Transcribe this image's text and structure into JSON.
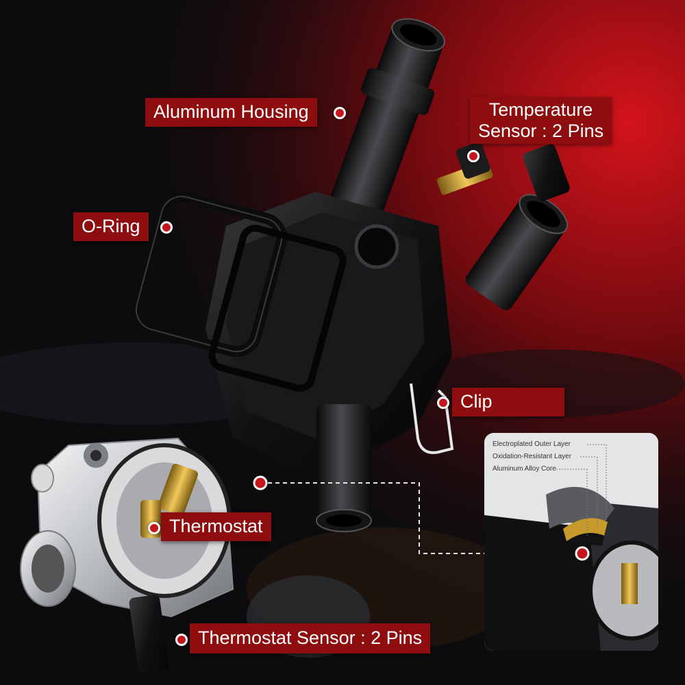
{
  "labels": {
    "aluminum_housing": "Aluminum Housing",
    "temperature_sensor_line1": "Temperature",
    "temperature_sensor_line2": "Sensor : 2 Pins",
    "o_ring": "O-Ring",
    "clip": "Clip",
    "thermostat": "Thermostat",
    "thermostat_sensor": "Thermostat Sensor : 2 Pins"
  },
  "inset": {
    "layer1": "Electroplated Outer Layer",
    "layer2": "Oxidation-Resistant Layer",
    "layer3": "Aluminum Alloy Core"
  },
  "colors": {
    "label_bg": "#8e0e10",
    "accent_red": "#c4161c",
    "part_black": "#111111",
    "part_silver": "#c9cbce",
    "brass": "#c89a2c"
  }
}
